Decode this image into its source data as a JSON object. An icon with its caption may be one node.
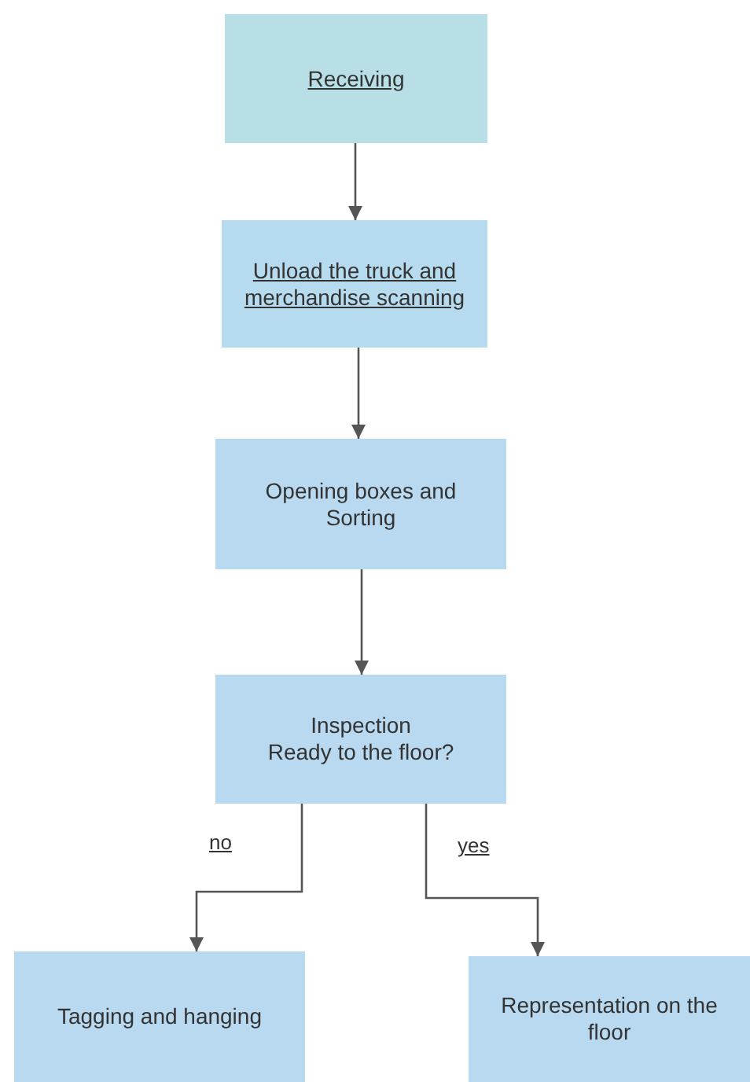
{
  "diagram": {
    "nodes": [
      {
        "text": [
          "Receiving"
        ]
      },
      {
        "text": [
          "Unload the truck and merchandise scanning"
        ]
      },
      {
        "text": [
          "Opening boxes and Sorting"
        ]
      },
      {
        "text": [
          "Inspection",
          "Ready to the floor?"
        ]
      },
      {
        "text": [
          "Tagging and hanging"
        ]
      },
      {
        "text": [
          "Representation on the floor"
        ]
      }
    ],
    "edges": [
      {
        "from": 0,
        "to": 1,
        "arrow": "to"
      },
      {
        "from": 1,
        "to": 2,
        "arrow": "to"
      },
      {
        "from": 2,
        "to": 3,
        "arrow": "to"
      },
      {
        "from": 3,
        "to": 4,
        "arrow": "to",
        "label": "no"
      },
      {
        "from": 3,
        "to": 5,
        "arrow": "to",
        "label": "yes"
      }
    ]
  }
}
